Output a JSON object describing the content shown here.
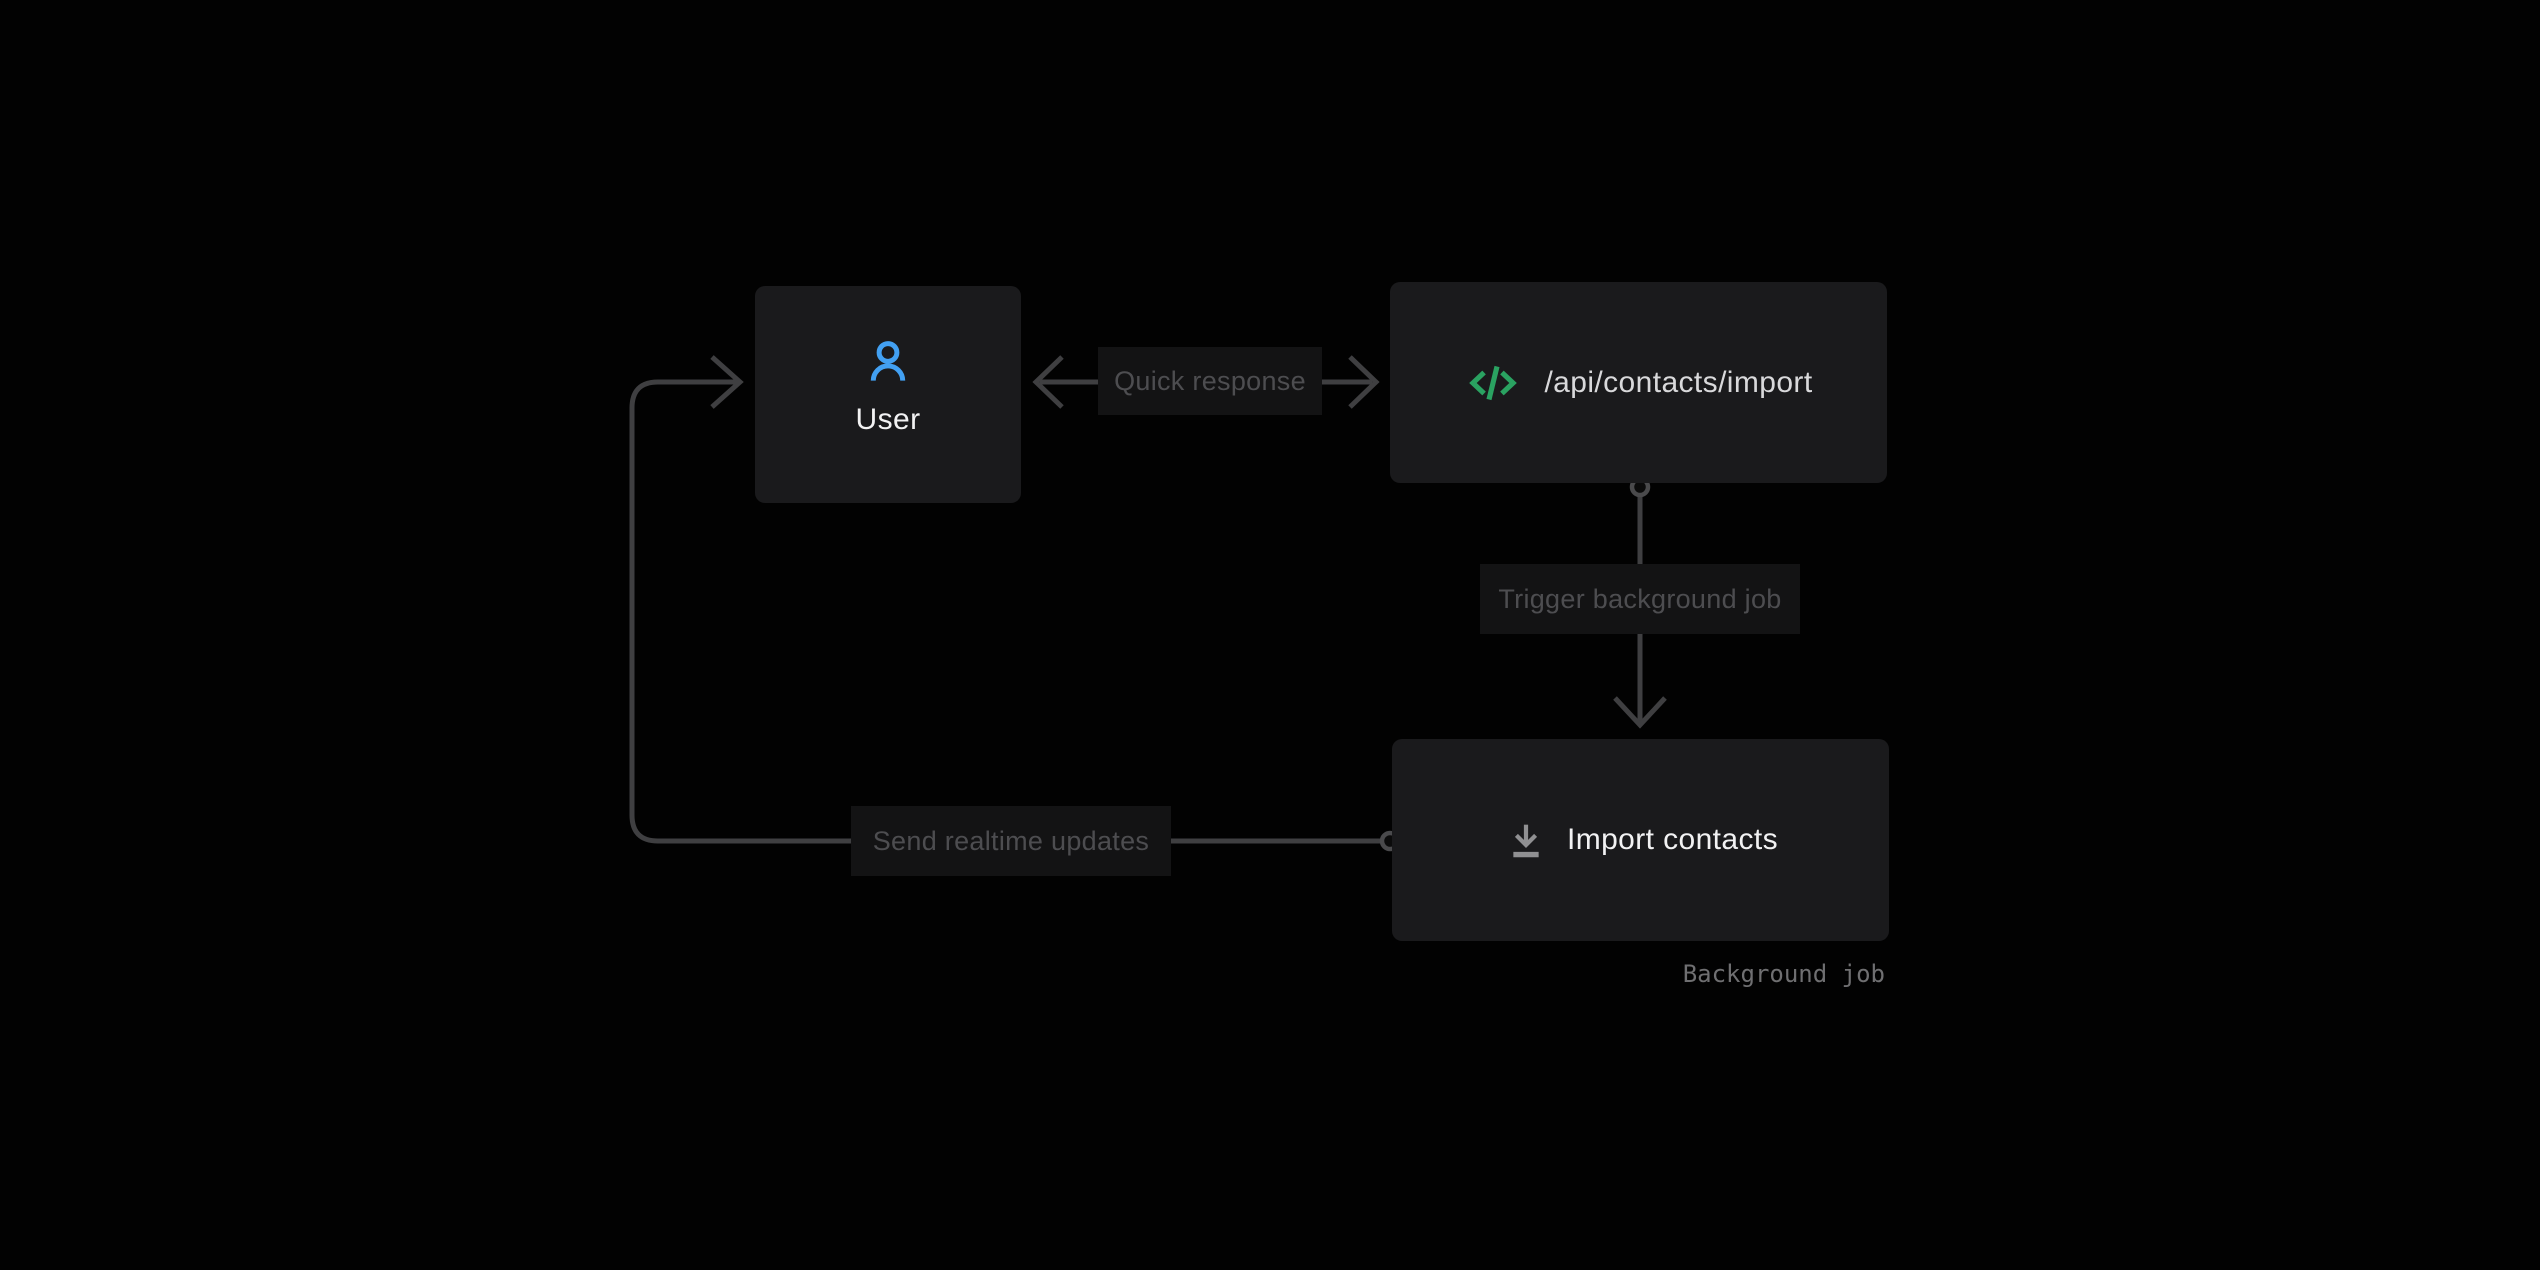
{
  "diagram": {
    "nodes": {
      "user": {
        "label": "User",
        "icon": "user-icon"
      },
      "api_endpoint": {
        "label": "/api/contacts/import",
        "icon": "code-icon"
      },
      "import_job": {
        "label": "Import contacts",
        "icon": "download-icon",
        "caption": "Background job"
      }
    },
    "edges": {
      "quick_response": {
        "label": "Quick response",
        "from": "api_endpoint",
        "to": "user",
        "direction": "bidirectional"
      },
      "trigger_job": {
        "label": "Trigger background job",
        "from": "api_endpoint",
        "to": "import_job",
        "direction": "down"
      },
      "realtime_updates": {
        "label": "Send realtime updates",
        "from": "import_job",
        "to": "user",
        "direction": "left-then-up"
      }
    }
  },
  "colors": {
    "page_bg": "#020202",
    "node_bg": "#1a1a1c",
    "node_text": "#f2f2f3",
    "api_text": "#d9d9db",
    "edge_line": "#3f3f41",
    "edge_ring": "#4a4a4c",
    "edge_label_bg": "#131314",
    "edge_label_text": "#4d4d50",
    "caption_text": "#6f6f71",
    "accent_blue": "#42a0f2",
    "accent_green": "#2aa261",
    "icon_gray": "#909092"
  }
}
